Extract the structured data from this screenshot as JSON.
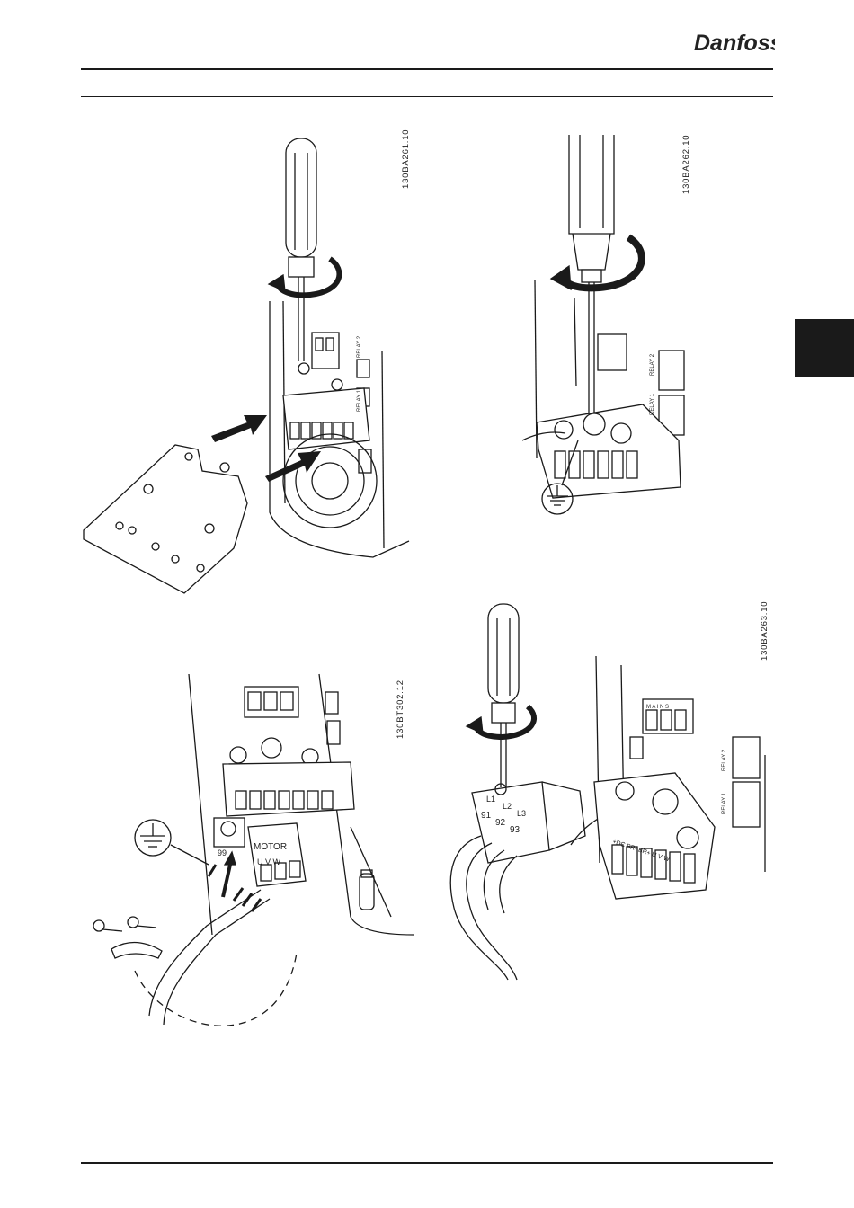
{
  "header": {
    "brand": "Danfoss"
  },
  "figures": [
    {
      "code": "130BA261.10",
      "labels": {
        "relay2": "RELAY 2",
        "relay1": "RELAY 1"
      }
    },
    {
      "code": "130BA262.10",
      "labels": {
        "relay2": "RELAY 2",
        "relay1": "RELAY 1"
      }
    },
    {
      "code": "130BT302.12",
      "labels": {
        "ground_terminal": "99",
        "motor": "MOTOR",
        "motor_phases": "U V W"
      }
    },
    {
      "code": "130BA263.10",
      "labels": {
        "l1": "L1",
        "l2": "L2",
        "l3": "L3",
        "t91": "91",
        "t92": "92",
        "t93": "93",
        "relay1": "RELAY 1",
        "relay2": "RELAY 2",
        "plug_small": "M A I N S",
        "strip": "+DC  BR-  BR+  U  V  W"
      }
    }
  ]
}
